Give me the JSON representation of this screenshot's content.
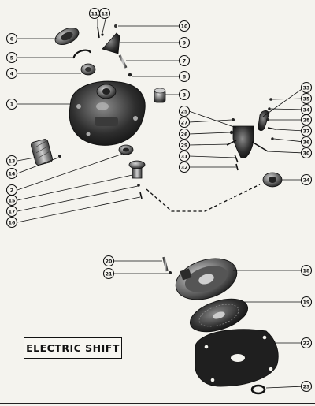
{
  "title": "ELECTRIC SHIFT",
  "callouts": {
    "c1": "1",
    "c2": "2",
    "c3": "3",
    "c4": "4",
    "c5": "5",
    "c6": "6",
    "c7": "7",
    "c8": "8",
    "c9": "9",
    "c10": "10",
    "c11": "11",
    "c12": "12",
    "c13": "13",
    "c14": "14",
    "c15": "15",
    "c16": "16",
    "c17": "17",
    "c18": "18",
    "c19": "19",
    "c20": "20",
    "c21": "21",
    "c22": "22",
    "c23": "23",
    "c24": "24",
    "c25": "25",
    "c26": "26",
    "c27": "27",
    "c28": "28",
    "c29": "29",
    "c30": "30",
    "c31": "31",
    "c32": "32",
    "c33": "33",
    "c34": "34",
    "c35": "35",
    "c36": "36",
    "c37": "37"
  },
  "colors": {
    "ink": "#111111",
    "paper": "#f4f3ee",
    "metal_dark": "#2a2a2a",
    "metal_mid": "#777777",
    "metal_light": "#bdbdbd"
  }
}
